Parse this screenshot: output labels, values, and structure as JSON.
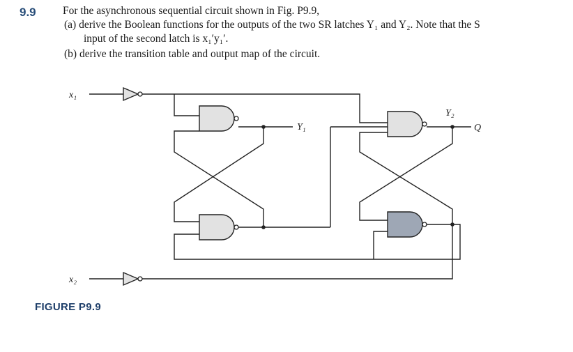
{
  "problem": {
    "number": "9.9",
    "intro": "For the asynchronous sequential circuit shown in Fig. P9.9,",
    "part_a_line1": "(a)  derive the Boolean functions for the outputs of the two SR latches Y₁ and Y₂. Note that the S",
    "part_a_line2": "input of the second latch is x₁′y₁′.",
    "part_b": "(b)  derive the transition table and output map of the circuit."
  },
  "figure": {
    "caption": "FIGURE P9.9",
    "labels": {
      "x1": "x₁",
      "x2": "x₂",
      "y1": "Y₁",
      "y2": "Y₂",
      "q": "Q"
    }
  }
}
